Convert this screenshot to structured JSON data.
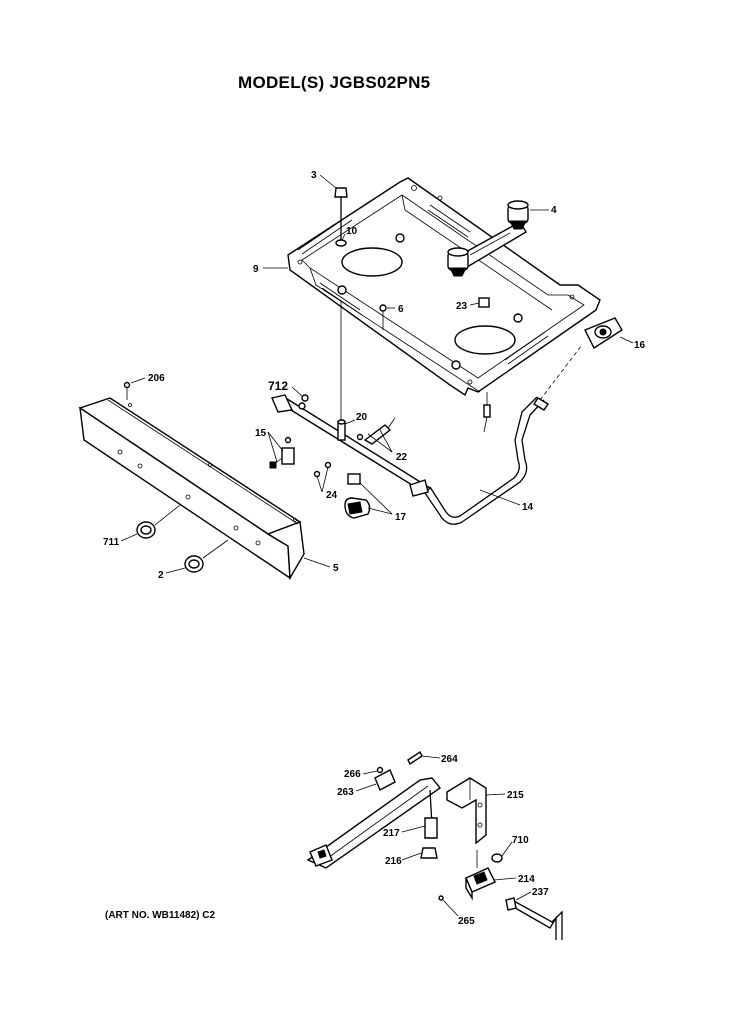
{
  "title": "MODEL(S) JGBS02PN5",
  "art_number": "(ART NO. WB11482) C2",
  "callouts": {
    "c3": "3",
    "c4": "4",
    "c6": "6",
    "c9": "9",
    "c10": "10",
    "c16": "16",
    "c23": "23",
    "c206": "206",
    "c712": "712",
    "c20": "20",
    "c15": "15",
    "c22": "22",
    "c24": "24",
    "c17": "17",
    "c14": "14",
    "c711": "711",
    "c2": "2",
    "c5": "5",
    "c264": "264",
    "c266": "266",
    "c263": "263",
    "c215": "215",
    "c217": "217",
    "c710": "710",
    "c216": "216",
    "c214": "214",
    "c237": "237",
    "c265": "265"
  }
}
